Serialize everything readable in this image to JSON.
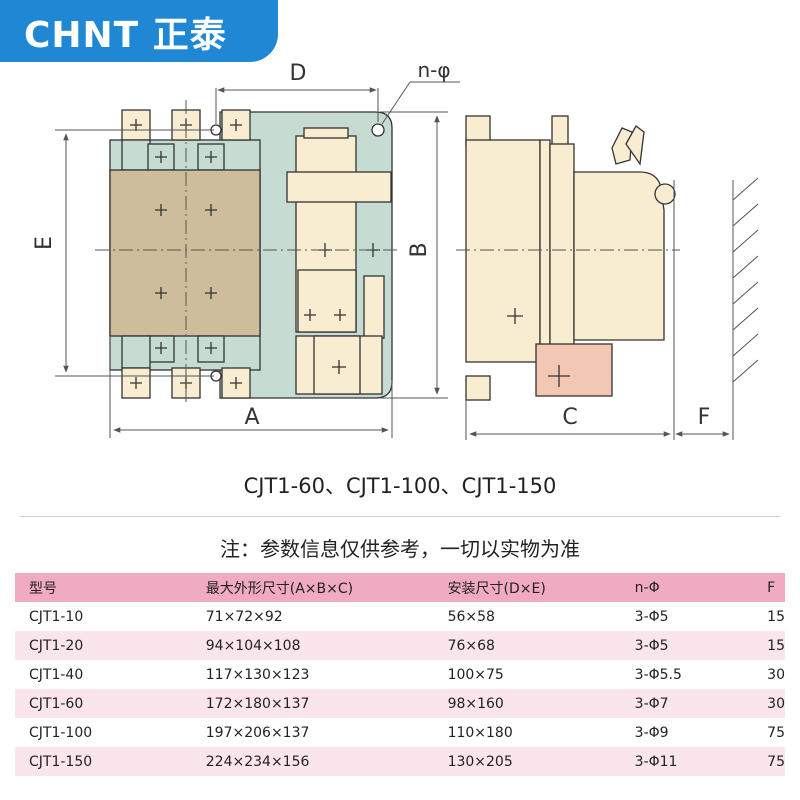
{
  "logo": {
    "text": "CHNT 正泰"
  },
  "drawing": {
    "dim_D": "D",
    "dim_n_phi": "n-φ",
    "dim_E": "E",
    "dim_B": "B",
    "dim_A": "A",
    "dim_C": "C",
    "dim_F": "F"
  },
  "models_caption": "CJT1-60、CJT1-100、CJT1-150",
  "note": "注：参数信息仅供参考，一切以实物为准",
  "table": {
    "headers": [
      "型号",
      "最大外形尺寸(A×B×C)",
      "安装尺寸(D×E)",
      "n-Φ",
      "F"
    ],
    "rows": [
      [
        "CJT1-10",
        "71×72×92",
        "56×58",
        "3-Φ5",
        "15"
      ],
      [
        "CJT1-20",
        "94×104×108",
        "76×68",
        "3-Φ5",
        "15"
      ],
      [
        "CJT1-40",
        "117×130×123",
        "100×75",
        "3-Φ5.5",
        "30"
      ],
      [
        "CJT1-60",
        "172×180×137",
        "98×160",
        "3-Φ7",
        "30"
      ],
      [
        "CJT1-100",
        "197×206×137",
        "110×180",
        "3-Φ9",
        "75"
      ],
      [
        "CJT1-150",
        "224×234×156",
        "130×205",
        "3-Φ11",
        "75"
      ]
    ]
  },
  "colors": {
    "brand_blue": "#1f87d3",
    "header_pink": "#f0aac2",
    "row_pink": "#fbe5ec",
    "body_tan": "#cdbd9b",
    "panel_teal": "#c6dcd3",
    "part_cream": "#f8ecd1",
    "base_salmon": "#f2c7b4"
  }
}
